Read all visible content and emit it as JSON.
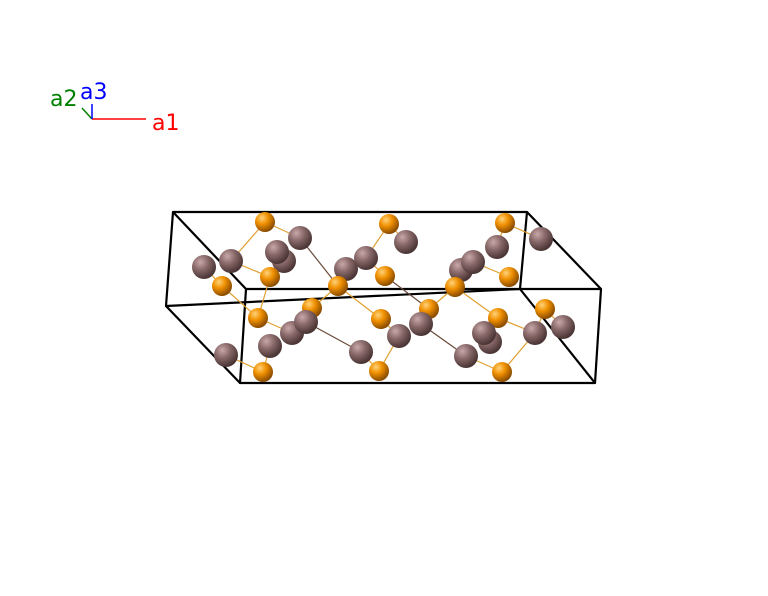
{
  "axes": {
    "a1": {
      "label": "a1",
      "color": "#ff0000"
    },
    "a2": {
      "label": "a2",
      "color": "#008000"
    },
    "a3": {
      "label": "a3",
      "color": "#0000ff"
    }
  },
  "colors": {
    "cell_edge": "#000000",
    "atom_orange": "#f09000",
    "atom_mauve": "#8a6a6a",
    "bond_orange": "#e0a030",
    "bond_dark": "#6a4a3a"
  },
  "atom_types": {
    "orange": "orange-atom",
    "mauve": "mauve-atom"
  }
}
